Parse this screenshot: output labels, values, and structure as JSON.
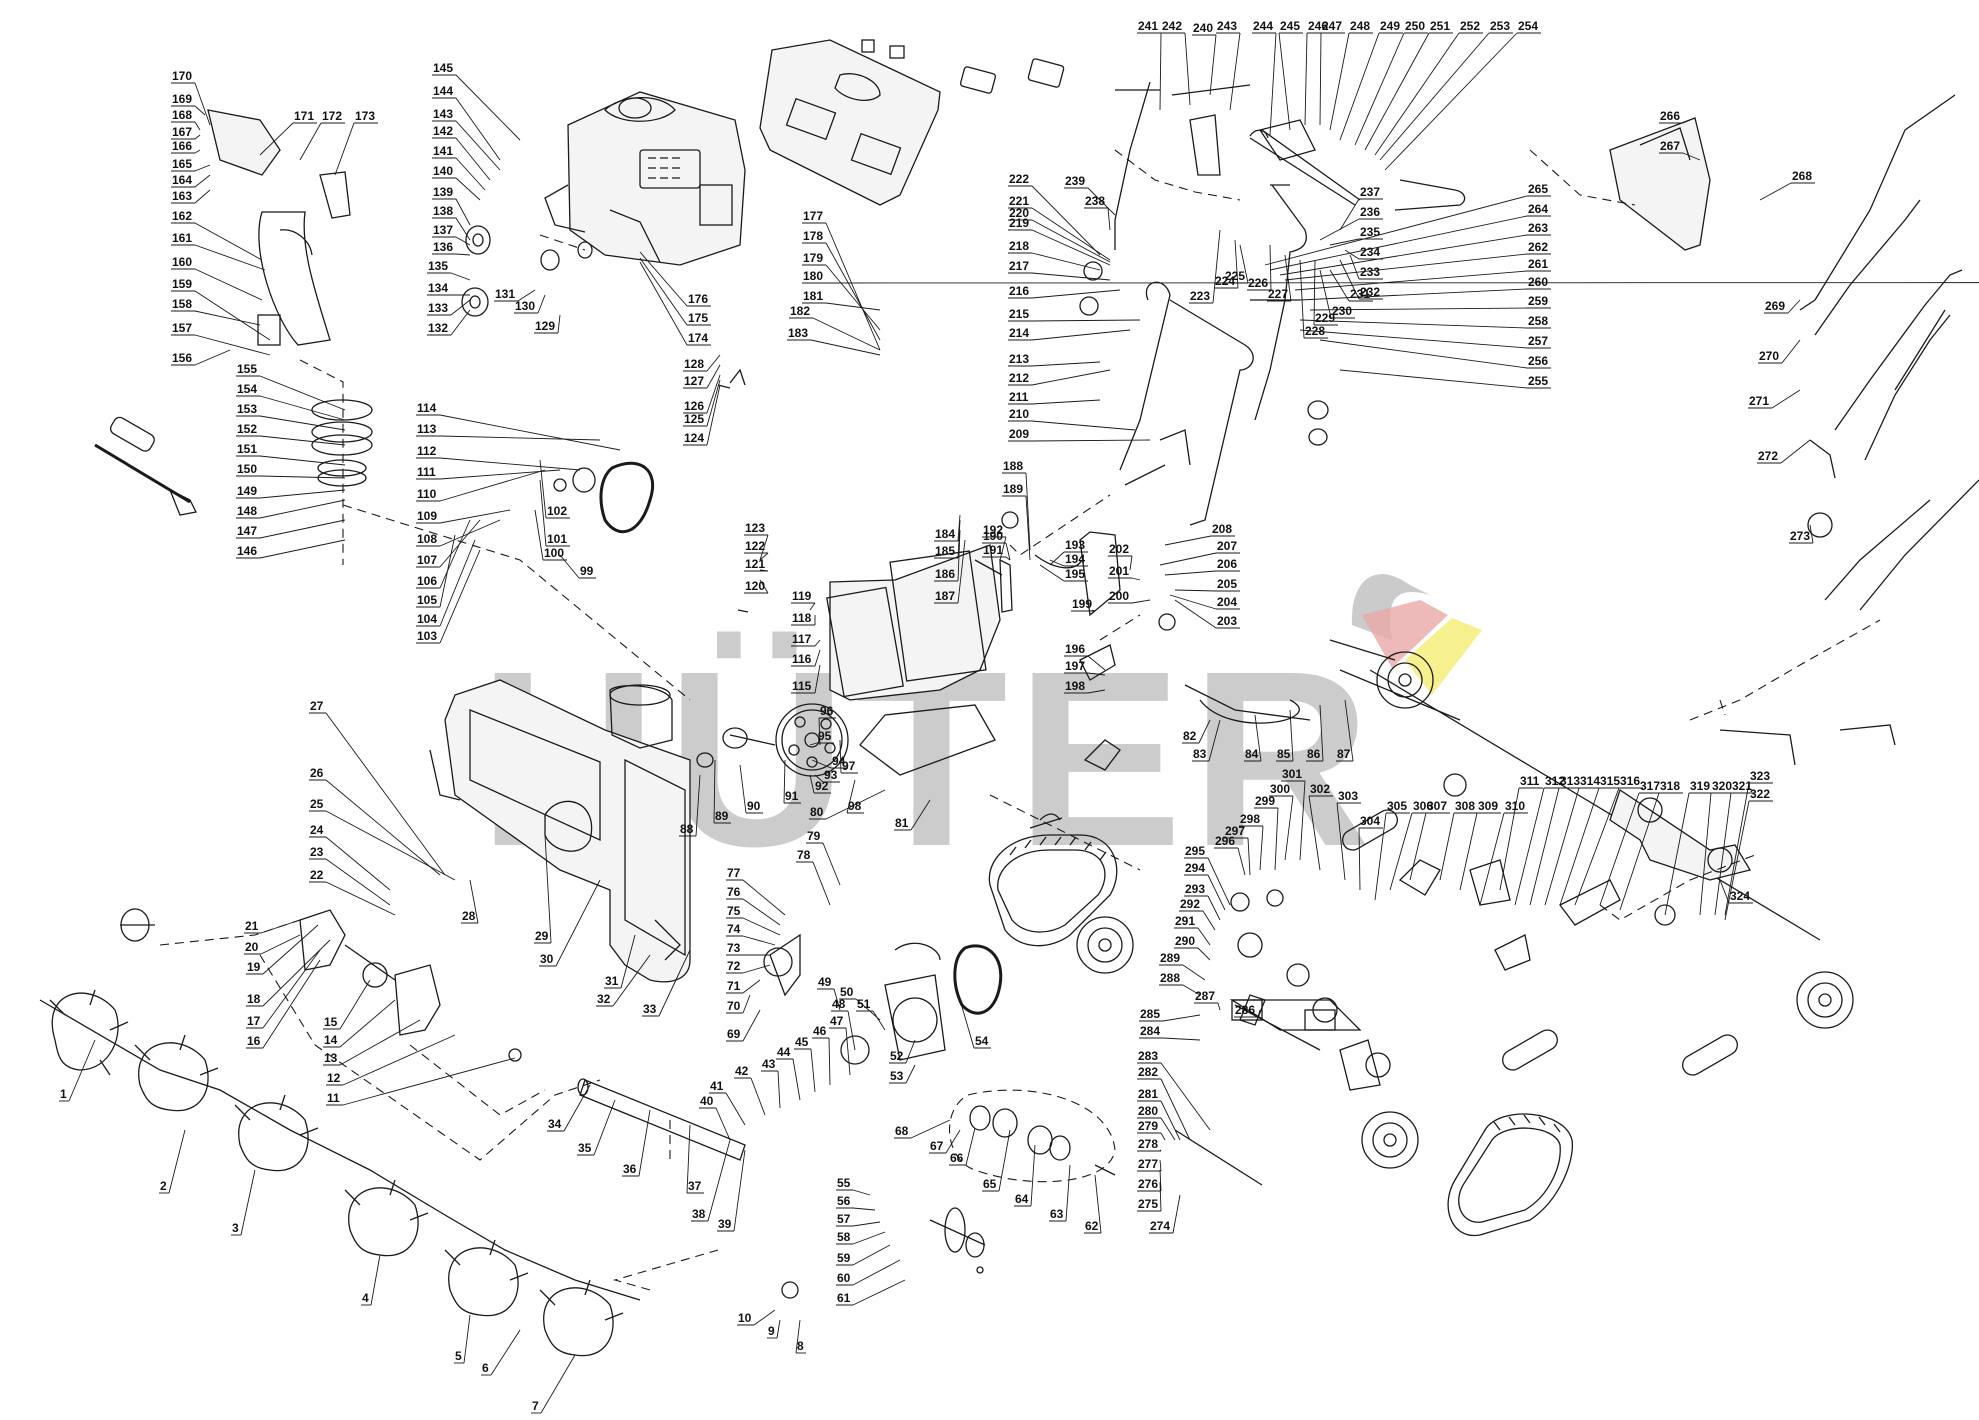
{
  "brand": {
    "watermark_text": "HÜTER",
    "mark_colors": {
      "grey": "#a8a8a8",
      "red": "#e9a7a7",
      "yellow": "#f5ef7a"
    }
  },
  "diagram": {
    "title": "",
    "callout_numbers": [
      "1",
      "2",
      "3",
      "4",
      "5",
      "6",
      "7",
      "8",
      "9",
      "10",
      "11",
      "12",
      "13",
      "14",
      "15",
      "16",
      "17",
      "18",
      "19",
      "20",
      "21",
      "22",
      "23",
      "24",
      "25",
      "26",
      "27",
      "28",
      "29",
      "30",
      "31",
      "32",
      "33",
      "34",
      "35",
      "36",
      "37",
      "38",
      "39",
      "40",
      "41",
      "42",
      "43",
      "44",
      "45",
      "46",
      "47",
      "48",
      "49",
      "50",
      "51",
      "52",
      "53",
      "54",
      "55",
      "56",
      "57",
      "58",
      "59",
      "60",
      "61",
      "62",
      "63",
      "64",
      "65",
      "66",
      "67",
      "68",
      "69",
      "70",
      "71",
      "72",
      "73",
      "74",
      "75",
      "76",
      "77",
      "78",
      "79",
      "80",
      "81",
      "82",
      "83",
      "84",
      "85",
      "86",
      "87",
      "88",
      "89",
      "90",
      "91",
      "92",
      "93",
      "94",
      "95",
      "96",
      "97",
      "98",
      "99",
      "100",
      "101",
      "102",
      "103",
      "104",
      "105",
      "106",
      "107",
      "108",
      "109",
      "110",
      "111",
      "112",
      "113",
      "114",
      "115",
      "116",
      "117",
      "118",
      "119",
      "120",
      "121",
      "122",
      "123",
      "124",
      "125",
      "126",
      "127",
      "128",
      "129",
      "130",
      "131",
      "132",
      "133",
      "134",
      "135",
      "136",
      "137",
      "138",
      "139",
      "140",
      "141",
      "142",
      "143",
      "144",
      "145",
      "146",
      "147",
      "148",
      "149",
      "150",
      "151",
      "152",
      "153",
      "154",
      "155",
      "156",
      "157",
      "158",
      "159",
      "160",
      "161",
      "162",
      "163",
      "164",
      "165",
      "166",
      "167",
      "168",
      "169",
      "170",
      "171",
      "172",
      "173",
      "174",
      "175",
      "176",
      "177",
      "178",
      "179",
      "180",
      "181",
      "182",
      "183",
      "184",
      "185",
      "186",
      "187",
      "188",
      "189",
      "190",
      "191",
      "192",
      "193",
      "194",
      "195",
      "196",
      "197",
      "198",
      "199",
      "200",
      "201",
      "202",
      "203",
      "204",
      "205",
      "206",
      "207",
      "208",
      "209",
      "210",
      "211",
      "212",
      "213",
      "214",
      "215",
      "216",
      "217",
      "218",
      "219",
      "220",
      "221",
      "222",
      "223",
      "224",
      "225",
      "226",
      "227",
      "228",
      "229",
      "230",
      "231",
      "232",
      "233",
      "234",
      "235",
      "236",
      "237",
      "238",
      "239",
      "240",
      "241",
      "242",
      "243",
      "244",
      "245",
      "246",
      "247",
      "248",
      "249",
      "250",
      "251",
      "252",
      "253",
      "254",
      "255",
      "256",
      "257",
      "258",
      "259",
      "260",
      "261",
      "262",
      "263",
      "264",
      "265",
      "266",
      "267",
      "268",
      "269",
      "270",
      "271",
      "272",
      "273",
      "274",
      "275",
      "276",
      "277",
      "278",
      "279",
      "280",
      "281",
      "282",
      "283",
      "284",
      "285",
      "286",
      "287",
      "288",
      "289",
      "290",
      "291",
      "292",
      "293",
      "294",
      "295",
      "296",
      "297",
      "298",
      "299",
      "300",
      "301",
      "302",
      "303",
      "304",
      "305",
      "306",
      "307",
      "308",
      "309",
      "310",
      "311",
      "312",
      "313",
      "314",
      "315",
      "316",
      "317",
      "318",
      "319",
      "320",
      "321",
      "322",
      "323",
      "324"
    ]
  }
}
